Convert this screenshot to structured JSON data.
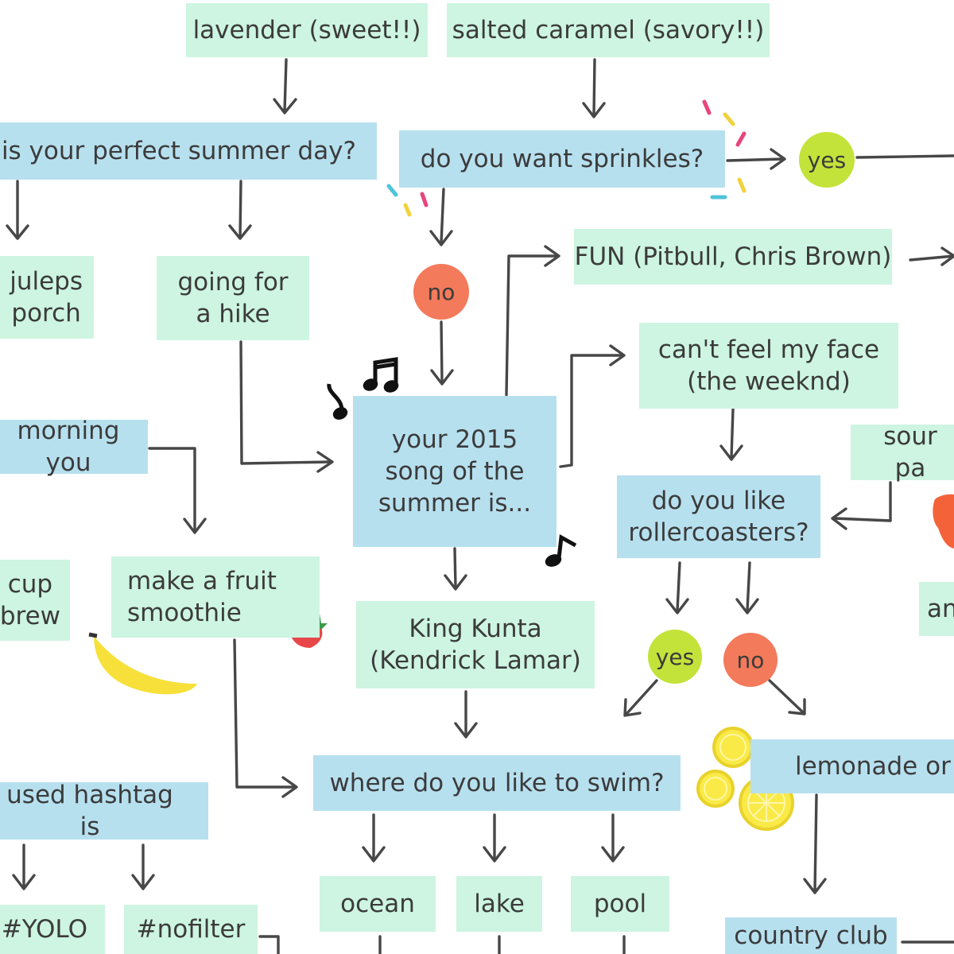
{
  "flowchart": {
    "nodes": {
      "lavender": "lavender (sweet!!)",
      "salted_caramel": "salted caramel (savory!!)",
      "perfect_summer_day": "is your perfect summer day?",
      "want_sprinkles": "do you want sprinkles?",
      "sprinkles_yes": "yes",
      "sprinkles_no": "no",
      "fun_pitbull": "FUN (Pitbull, Chris Brown)",
      "juleps_porch": "juleps\nporch",
      "going_hike": "going for\na hike",
      "cant_feel_face": "can't feel my face\n(the weeknd)",
      "morning_you": "morning you",
      "song_of_summer": "your 2015\nsong of the\nsummer is...",
      "sour_pa": "sour pa",
      "rollercoasters": "do you like\nrollercoasters?",
      "cup_brew": "cup\nbrew",
      "fruit_smoothie": "make a fruit\nsmoothie",
      "an_partial": "an",
      "king_kunta": "King Kunta\n(Kendrick Lamar)",
      "roller_yes": "yes",
      "roller_no": "no",
      "lemonade_or": "lemonade or",
      "where_swim": "where do you like to swim?",
      "hashtag": "used hashtag is",
      "ocean": "ocean",
      "lake": "lake",
      "pool": "pool",
      "yolo": "#YOLO",
      "nofilter": "#nofilter",
      "country_club": "country club"
    },
    "colors": {
      "question_box": "#b7e0ef",
      "answer_box": "#cdf5e1",
      "yes_circle": "#c3e33a",
      "no_circle": "#f37a5a",
      "arrow": "#474747"
    },
    "decorations": [
      "music-note-icon",
      "strawberry-icon",
      "banana-icon",
      "lemon-slice-icon",
      "sprinkles-icon"
    ]
  }
}
